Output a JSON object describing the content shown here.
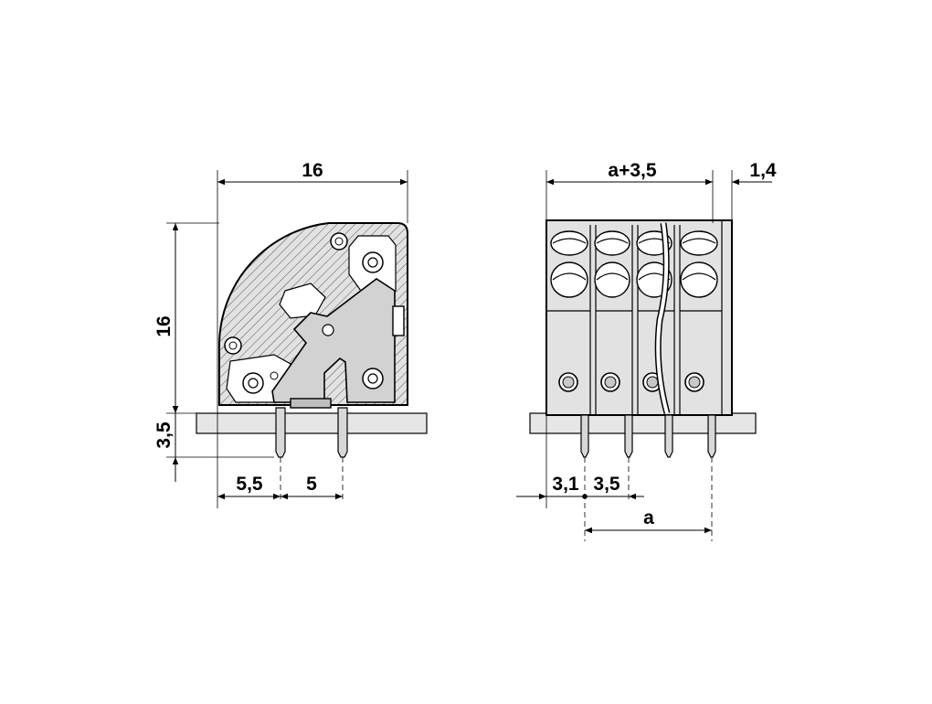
{
  "side_view": {
    "width_label": "16",
    "height_label": "16",
    "pin_length_label": "3,5",
    "pin_offset_label": "5,5",
    "pin_pitch_label": "5"
  },
  "front_view": {
    "total_width_label": "a+3,5",
    "overhang_label": "1,4",
    "edge_offset_label": "3,1",
    "pitch_label": "3,5",
    "span_label": "a"
  },
  "colors": {
    "body_fill": "#e0e0e0",
    "lever_fill": "#d2d2d2",
    "pcb_fill": "#e6e6e6",
    "line": "#000000"
  }
}
